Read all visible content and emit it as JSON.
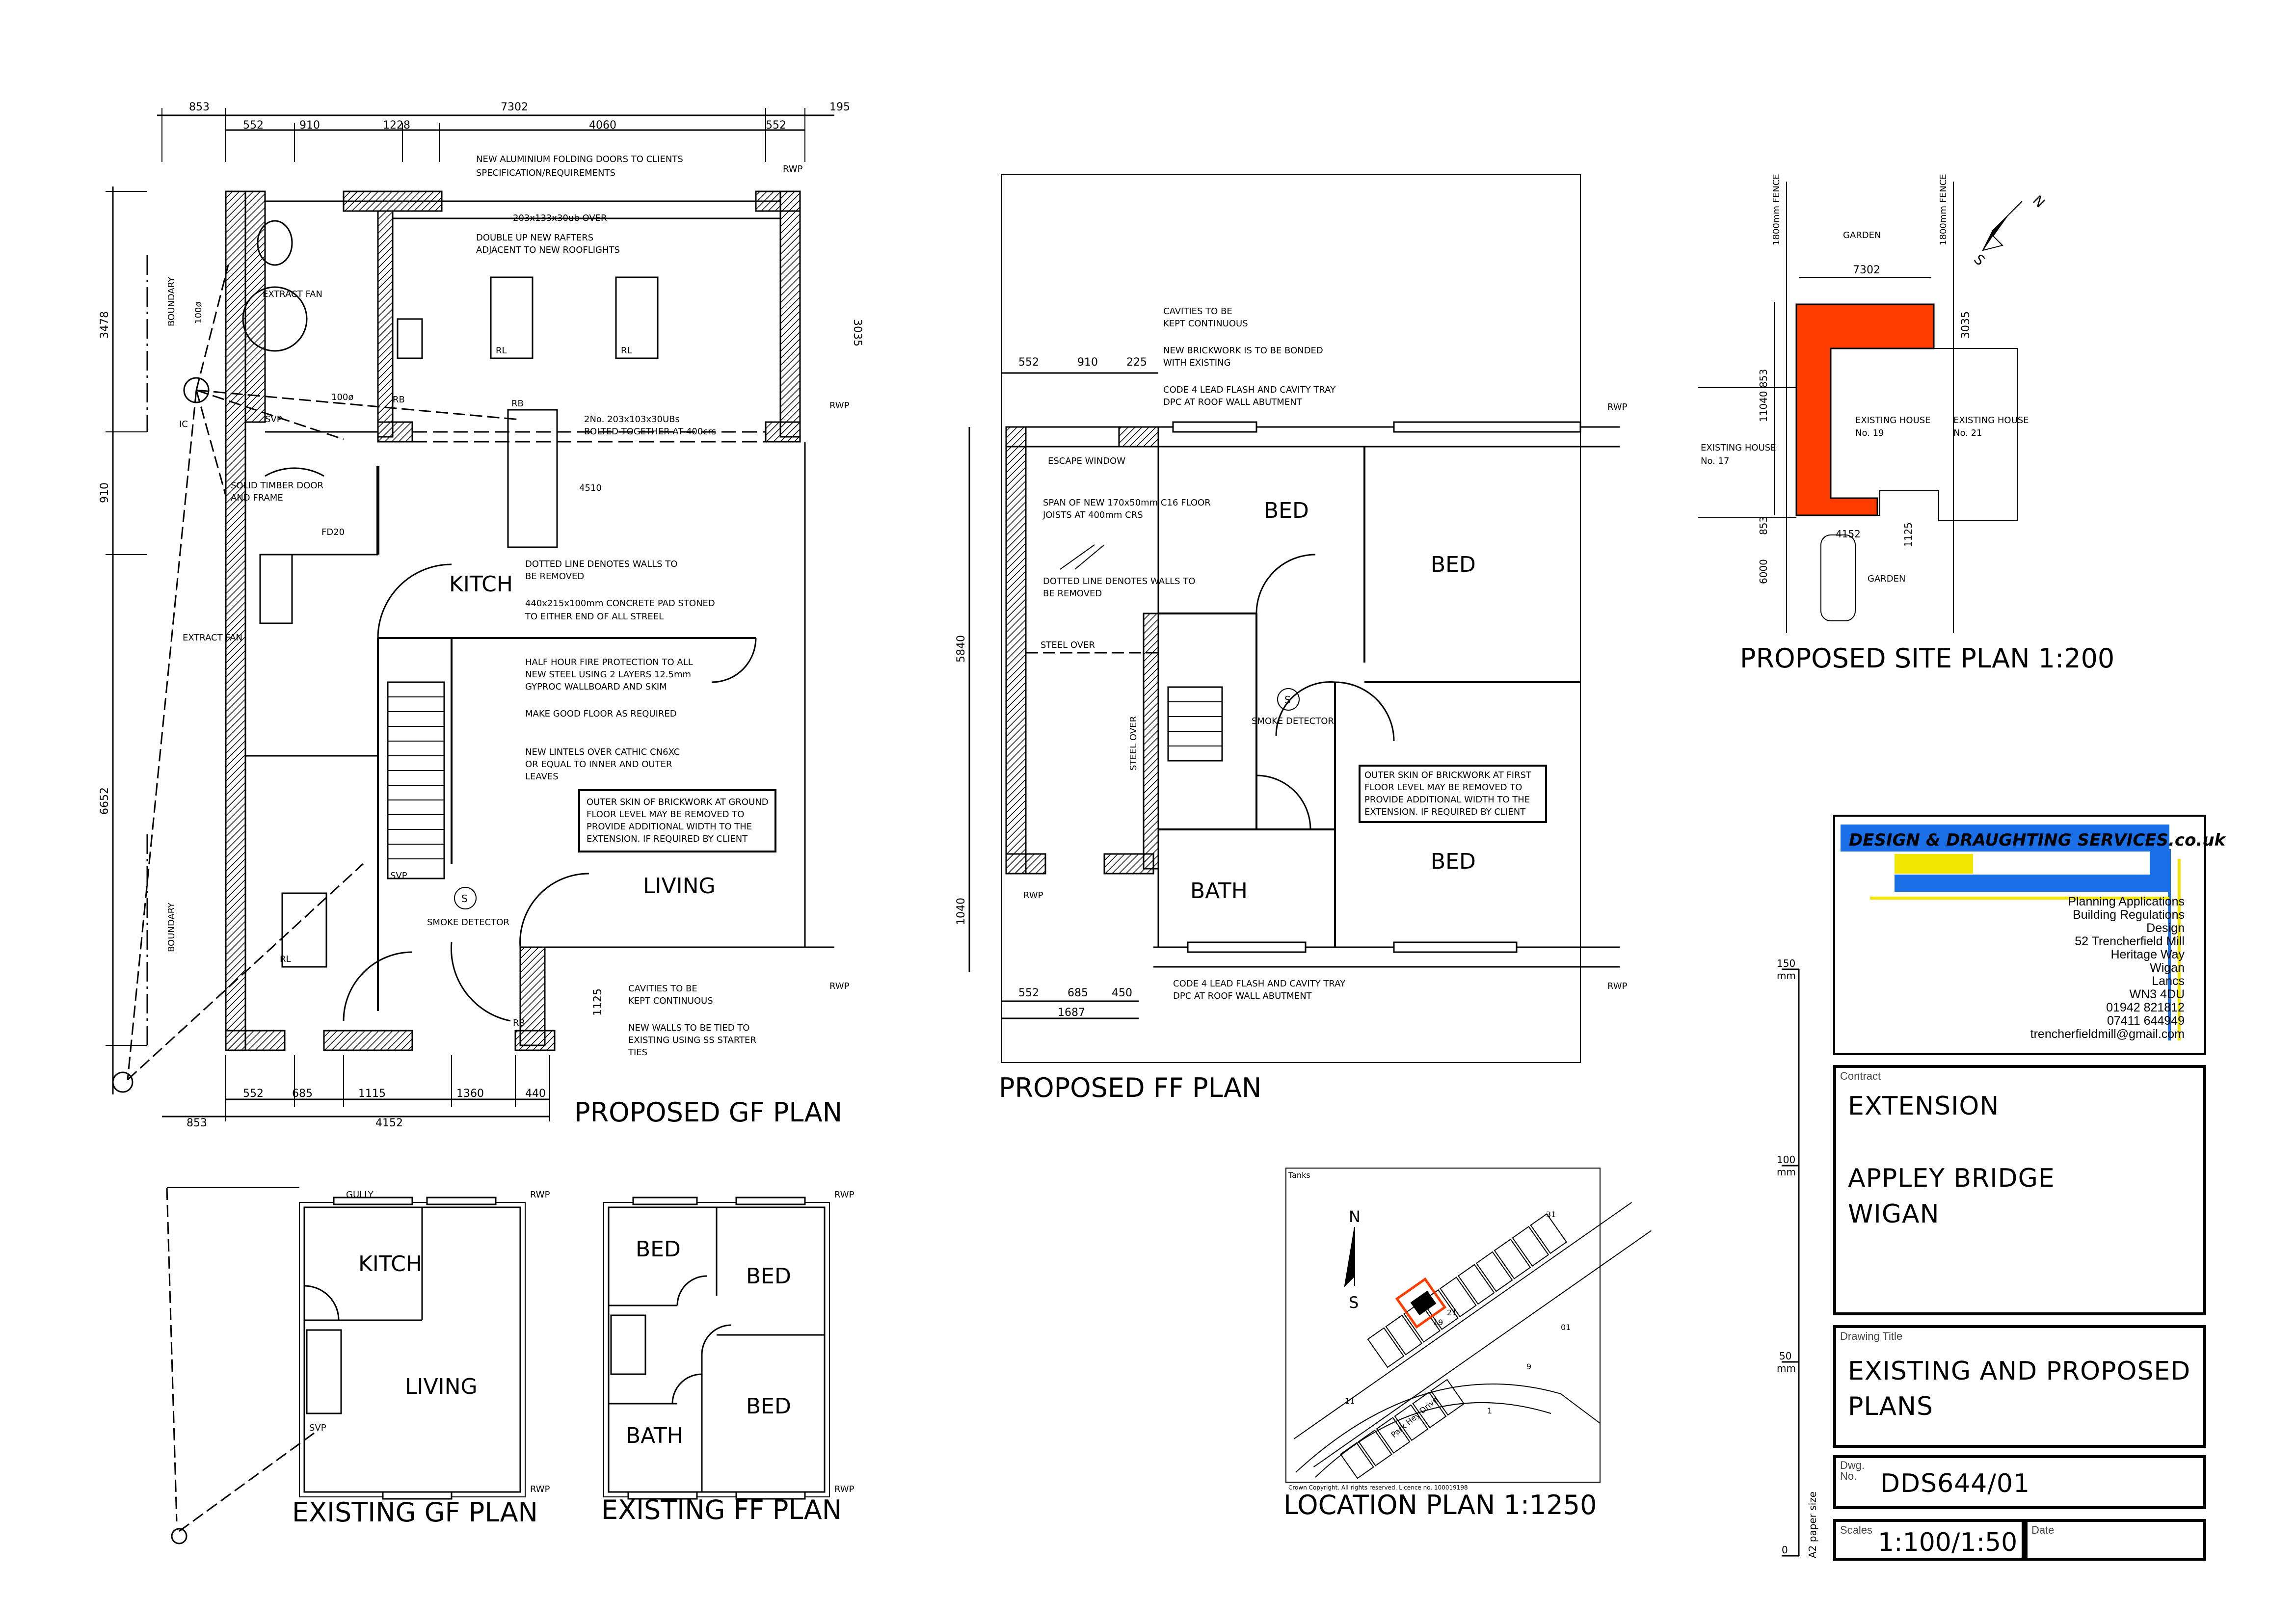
{
  "colors": {
    "line": "#000000",
    "site_fill": "#ff3c00",
    "logo_blue": "#1a6fe6",
    "logo_yellow": "#f2e500",
    "dim_grey": "#555555"
  },
  "gf_plan": {
    "title": "PROPOSED GF PLAN",
    "dims_top_overall": [
      "853",
      "7302",
      "195"
    ],
    "dims_top_detail": [
      "552",
      "910",
      "1228",
      "4060",
      "552"
    ],
    "dims_right": [
      "3035"
    ],
    "dims_left": [
      "3478",
      "910",
      "6652"
    ],
    "dims_bottom_detail": [
      "552",
      "685",
      "1115",
      "1360",
      "440"
    ],
    "dims_bottom_overall": [
      "853",
      "4152"
    ],
    "dim_4510": "4510",
    "dim_1125": "1125",
    "rooms": {
      "kitch": "KITCH",
      "living": "LIVING"
    },
    "labels": {
      "boundary_top": "BOUNDARY",
      "boundary_bottom": "BOUNDARY",
      "extract_fan_1": "EXTRACT FAN",
      "extract_fan_2": "EXTRACT FAN",
      "ic": "IC",
      "svp_1": "SVP",
      "svp_2": "SVP",
      "rb_1": "RB",
      "rb_2": "RB",
      "rl_1": "RL",
      "rl_2": "RL",
      "rl_3": "RL",
      "fd20": "FD20",
      "pipe_100_1": "100ø",
      "pipe_100_2": "100ø",
      "rwp_1": "RWP",
      "rwp_2": "RWP",
      "rwp_3": "RWP",
      "rb_3": "RB",
      "smoke": "SMOKE DETECTOR",
      "s": "S"
    },
    "notes": [
      "NEW ALUMINIUM FOLDING DOORS TO CLIENTS",
      "SPECIFICATION/REQUIREMENTS",
      "203x133x30ub OVER",
      "DOUBLE UP NEW RAFTERS",
      "ADJACENT TO NEW ROOFLIGHTS",
      "2No. 203x103x30UBs",
      "BOLTED TOGETHER AT 400crs",
      "SOLID TIMBER DOOR",
      "AND FRAME",
      "DOTTED LINE DENOTES WALLS TO",
      "BE REMOVED",
      "440x215x100mm CONCRETE PAD STONED",
      "TO EITHER END OF ALL STREEL",
      "HALF HOUR FIRE PROTECTION TO ALL",
      "NEW STEEL USING 2 LAYERS 12.5mm",
      "GYPROC WALLBOARD AND SKIM",
      "MAKE GOOD FLOOR AS REQUIRED",
      "NEW LINTELS OVER CATHIC CN6XC",
      "OR EQUAL TO INNER AND OUTER",
      "LEAVES",
      "CAVITIES TO BE",
      "KEPT CONTINUOUS",
      "NEW WALLS TO BE TIED TO",
      "EXISTING USING SS STARTER",
      "TIES"
    ],
    "boxed_note": [
      "OUTER SKIN OF BRICKWORK AT GROUND",
      "FLOOR LEVEL MAY BE REMOVED TO",
      "PROVIDE ADDITIONAL WIDTH TO THE",
      "EXTENSION. IF REQUIRED BY CLIENT"
    ]
  },
  "ff_plan": {
    "title": "PROPOSED FF PLAN",
    "dims_top": [
      "552",
      "910",
      "225"
    ],
    "dims_left": [
      "5840",
      "1040"
    ],
    "dims_bottom": [
      "552",
      "685",
      "450"
    ],
    "dims_bottom_overall": "1687",
    "rooms": {
      "bed1": "BED",
      "bed2": "BED",
      "bed3": "BED",
      "bath": "BATH"
    },
    "labels": {
      "escape": "ESCAPE WINDOW",
      "steel_over_1": "STEEL OVER",
      "steel_over_2": "STEEL OVER",
      "smoke": "SMOKE DETECTOR",
      "s": "S",
      "rwp_1": "RWP",
      "rwp_2": "RWP",
      "rwp_3": "RWP"
    },
    "notes": [
      "CAVITIES TO BE",
      "KEPT CONTINUOUS",
      "NEW BRICKWORK IS TO BE BONDED",
      "WITH EXISTING",
      "CODE 4 LEAD FLASH AND CAVITY TRAY",
      "DPC AT ROOF WALL ABUTMENT",
      "SPAN OF NEW 170x50mm C16 FLOOR",
      "JOISTS AT 400mm CRS",
      "DOTTED LINE DENOTES WALLS TO",
      "BE REMOVED",
      "CODE 4 LEAD FLASH AND CAVITY TRAY",
      "DPC AT ROOF WALL ABUTMENT"
    ],
    "boxed_note": [
      "OUTER SKIN OF BRICKWORK AT FIRST",
      "FLOOR LEVEL MAY BE REMOVED TO",
      "PROVIDE ADDITIONAL WIDTH TO THE",
      "EXTENSION. IF REQUIRED BY CLIENT"
    ]
  },
  "site_plan": {
    "title": "PROPOSED SITE PLAN 1:200",
    "garden_top": "GARDEN",
    "garden_bottom": "GARDEN",
    "fence_left": "1800mm FENCE",
    "fence_right": "1800mm FENCE",
    "dim_7302": "7302",
    "dim_3035": "3035",
    "dim_853a": "853",
    "dim_11040": "11040",
    "dim_853b": "853",
    "dim_4152": "4152",
    "dim_1125": "1125",
    "dim_6000": "6000",
    "house_17": [
      "EXISTING HOUSE",
      "No. 17"
    ],
    "house_19": [
      "EXISTING HOUSE",
      "No. 19"
    ],
    "house_21": [
      "EXISTING HOUSE",
      "No. 21"
    ],
    "north_n": "N",
    "north_s": "S"
  },
  "existing_gf": {
    "title": "EXISTING GF PLAN",
    "rooms": {
      "kitch": "KITCH",
      "living": "LIVING"
    },
    "labels": {
      "gully": "GULLY",
      "rwp_1": "RWP",
      "rwp_2": "RWP",
      "svp": "SVP"
    }
  },
  "existing_ff": {
    "title": "EXISTING FF PLAN",
    "rooms": {
      "bed1": "BED",
      "bed2": "BED",
      "bed3": "BED",
      "bath": "BATH"
    },
    "labels": {
      "rwp_1": "RWP",
      "rwp_2": "RWP"
    }
  },
  "location_plan": {
    "title": "LOCATION PLAN 1:1250",
    "copyright": "Crown Copyright. All rights reserved. Licence no. 100019198",
    "labels": {
      "tanks": "Tanks",
      "road": "Park Hey Drive",
      "n": "N",
      "s": "S",
      "no19": "19",
      "no21": "21",
      "no31": "31",
      "no01": "01",
      "no9": "9",
      "no11": "11",
      "no1": "1"
    }
  },
  "title_block": {
    "company": "DESIGN & DRAUGHTING SERVICES.co.uk",
    "address_lines": [
      "Planning Applications",
      "Building Regulations",
      "Design",
      "52 Trencherfield Mill",
      "Heritage Way",
      "Wigan",
      "Lancs",
      "WN3 4DU",
      "01942 821812",
      "07411 644949",
      "trencherfieldmill@gmail.com"
    ],
    "contract_label": "Contract",
    "contract_lines": [
      "EXTENSION",
      "APPLEY BRIDGE",
      "WIGAN"
    ],
    "drawing_title_label": "Drawing Title",
    "drawing_title_lines": [
      "EXISTING AND PROPOSED",
      "PLANS"
    ],
    "dwg_label": "Dwg. No.",
    "dwg_no": "DDS644/01",
    "scales_label": "Scales",
    "scales": "1:100/1:50",
    "date_label": "Date",
    "scale_ruler": {
      "mark_150": "150",
      "mark_100": "100",
      "mark_50": "50",
      "mark_0": "0",
      "unit": "mm",
      "paper": "A2 paper size"
    }
  }
}
